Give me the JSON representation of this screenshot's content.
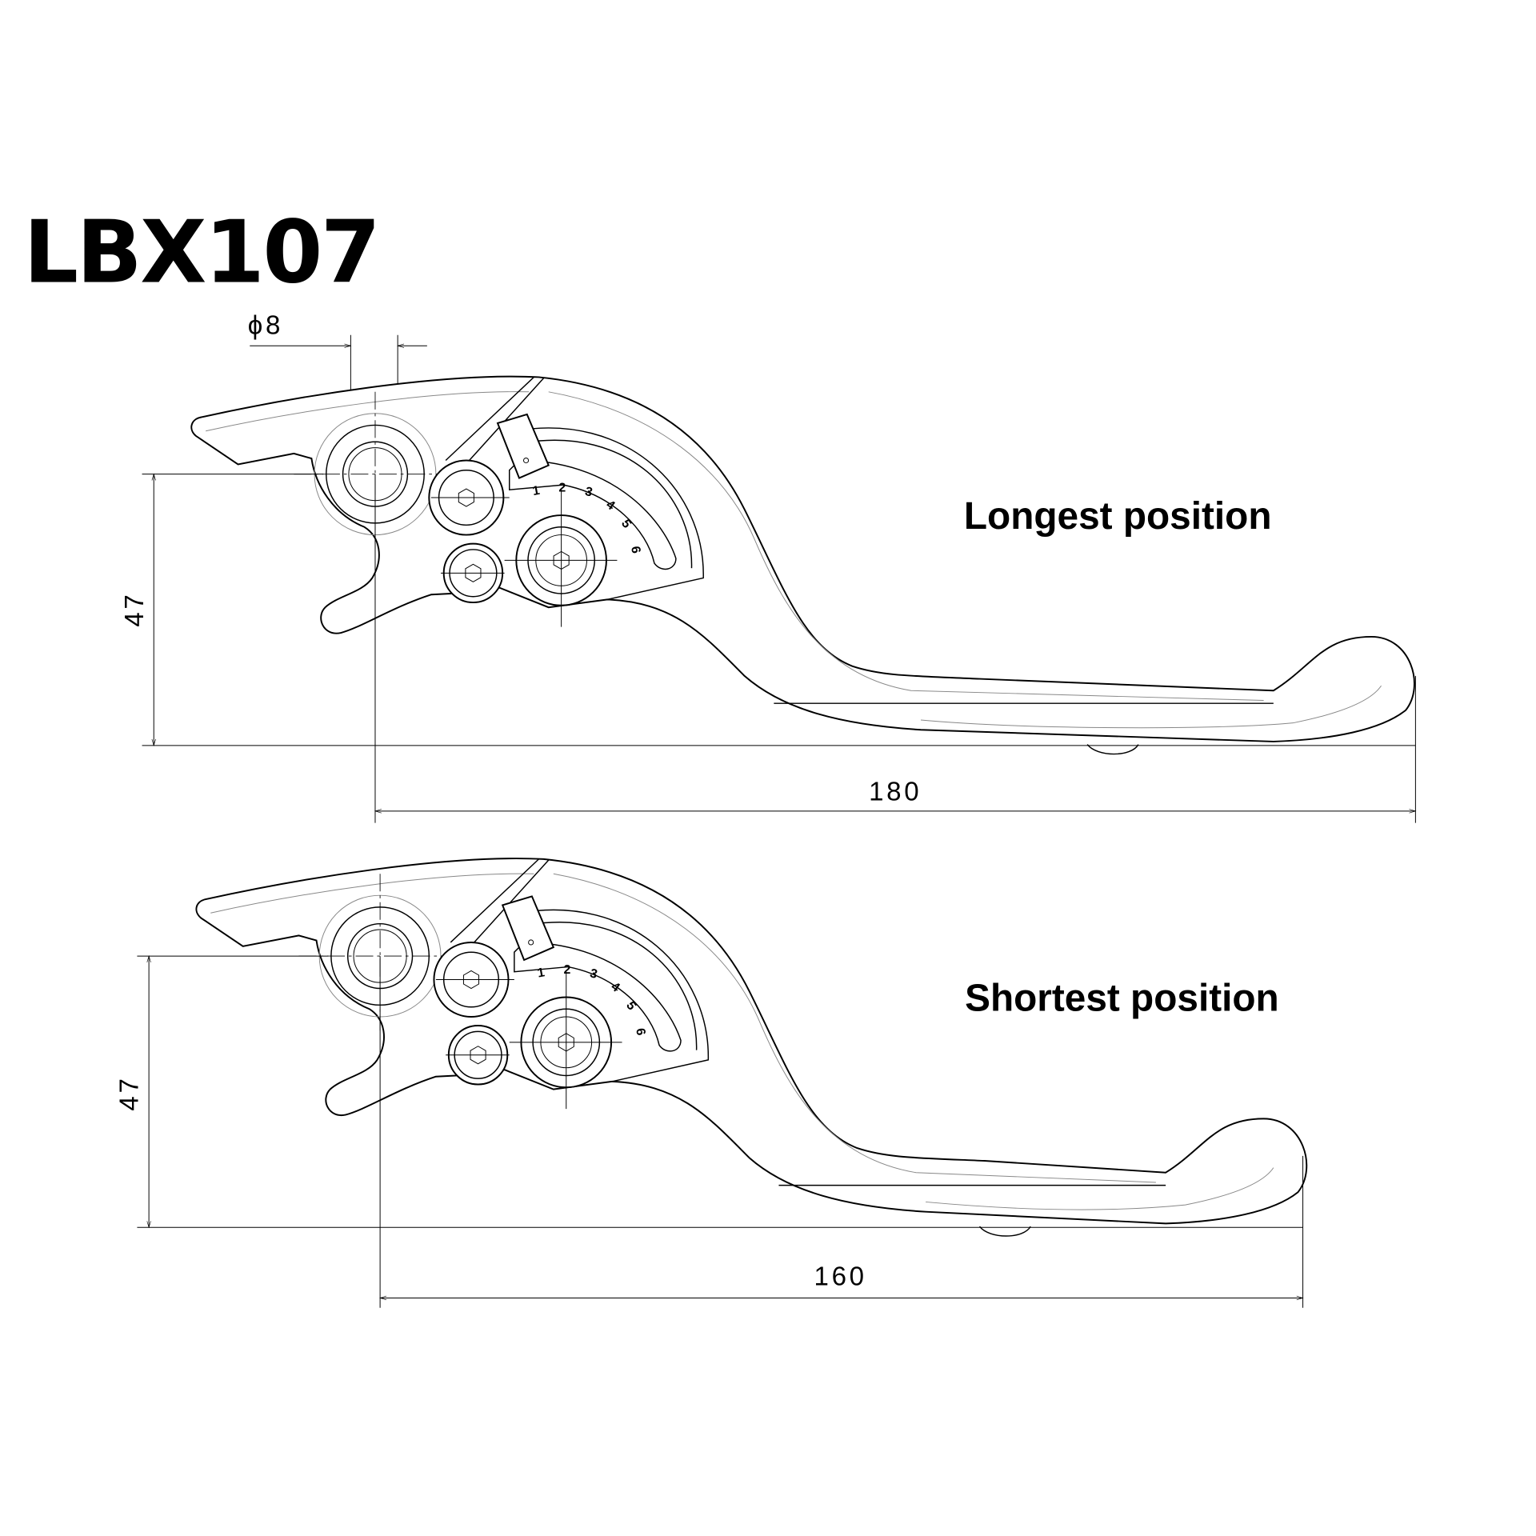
{
  "title": "LBX107",
  "diameter_label": "ϕ8",
  "levers": [
    {
      "caption": "Longest position",
      "height_dim": "47",
      "length_dim": "180",
      "dial_numbers": [
        "1",
        "2",
        "3",
        "4",
        "5",
        "6"
      ]
    },
    {
      "caption": "Shortest position",
      "height_dim": "47",
      "length_dim": "160",
      "dial_numbers": [
        "1",
        "2",
        "3",
        "4",
        "5",
        "6"
      ]
    }
  ]
}
